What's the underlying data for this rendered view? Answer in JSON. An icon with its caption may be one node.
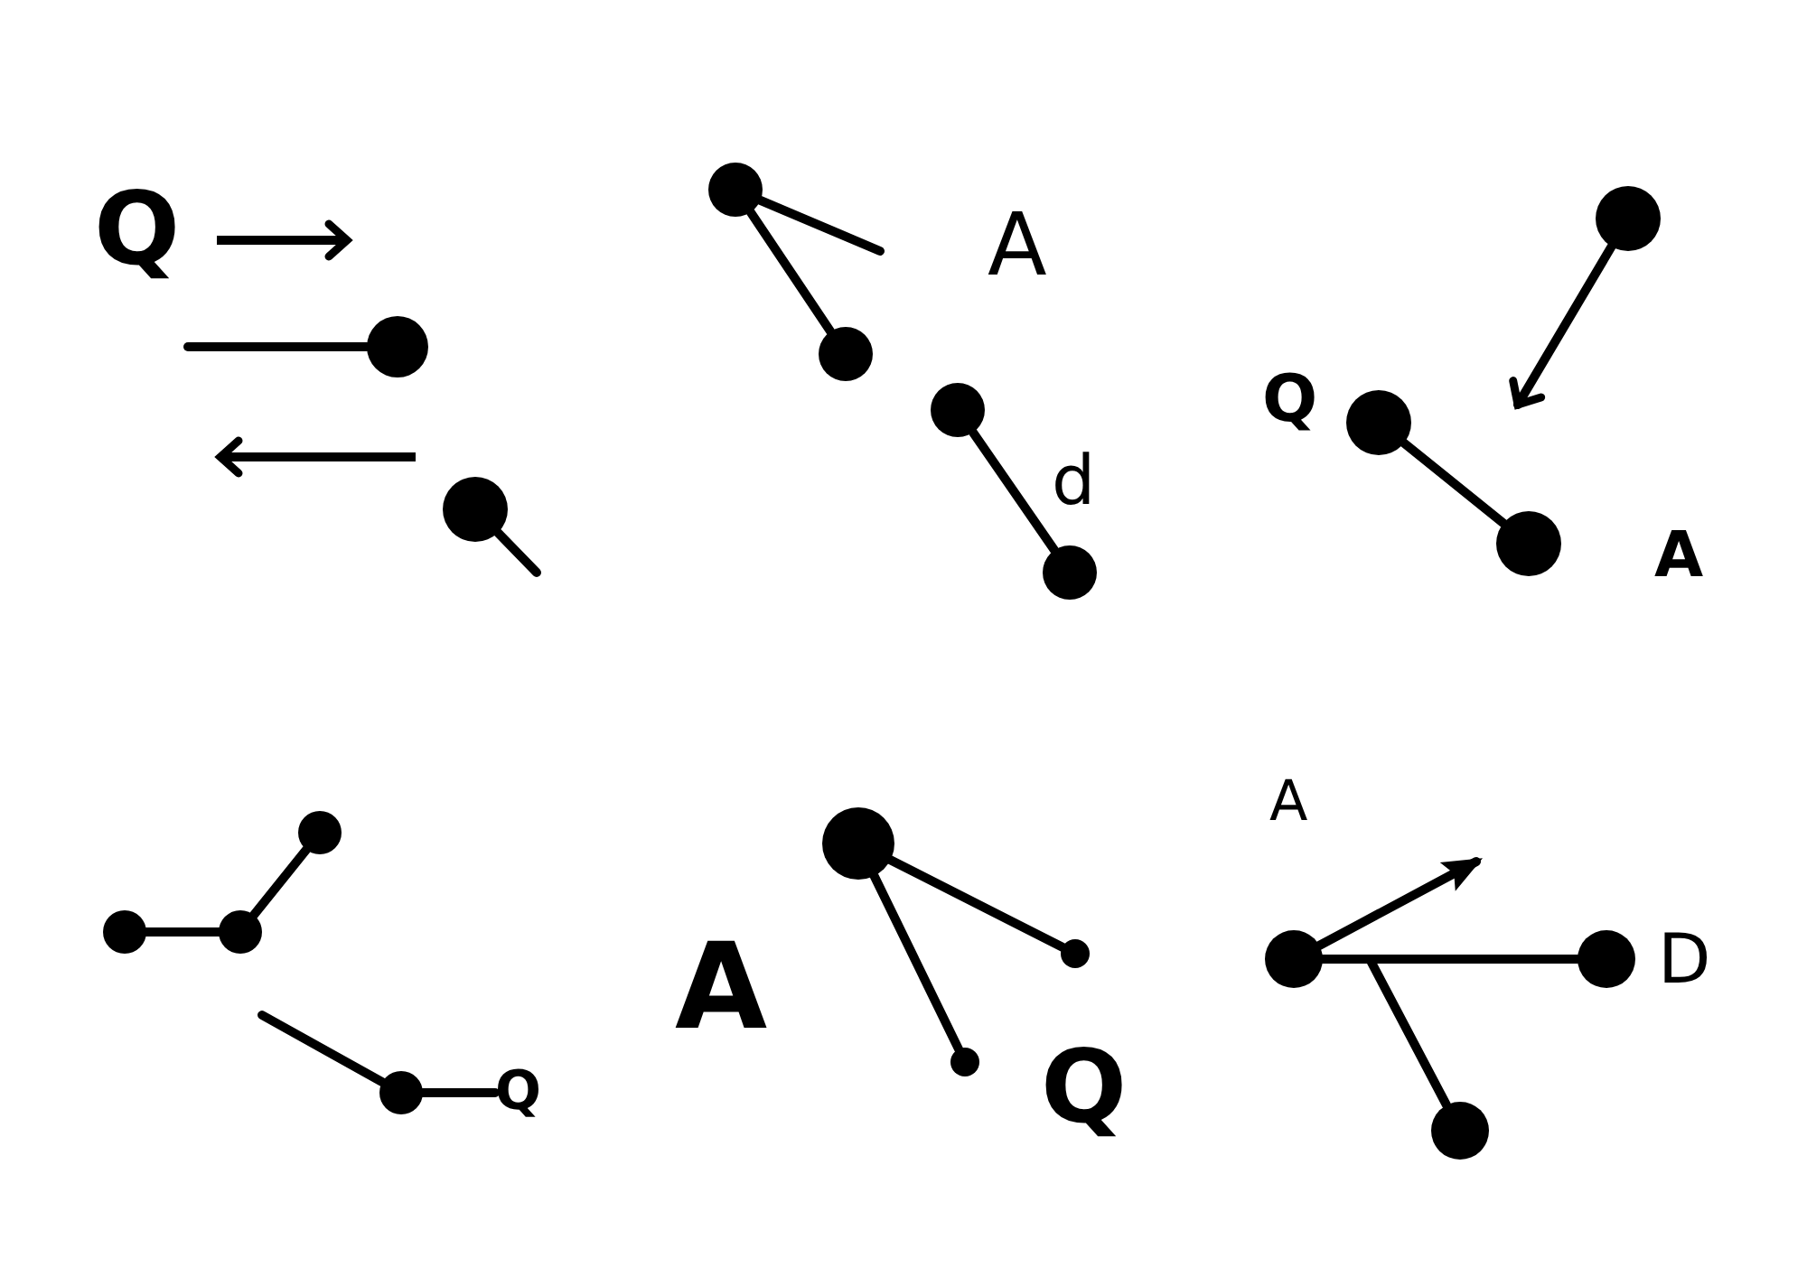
{
  "diagram": {
    "nodes": [
      {
        "text": [],
        "shape": "circle"
      },
      {
        "text": [],
        "shape": "circle"
      },
      {
        "text": [],
        "shape": "circle"
      },
      {
        "text": [],
        "shape": "circle"
      },
      {
        "text": [],
        "shape": "circle"
      },
      {
        "text": [],
        "shape": "circle"
      },
      {
        "text": [],
        "shape": "circle"
      },
      {
        "text": [],
        "shape": "circle"
      },
      {
        "text": [],
        "shape": "circle"
      },
      {
        "text": [],
        "shape": "circle"
      },
      {
        "text": [],
        "shape": "circle"
      },
      {
        "text": [],
        "shape": "circle"
      },
      {
        "text": [],
        "shape": "circle"
      },
      {
        "text": [
          "Q"
        ]
      },
      {
        "text": [],
        "shape": "circle"
      },
      {
        "text": [],
        "shape": "circle"
      },
      {
        "text": [],
        "shape": "circle"
      },
      {
        "text": [],
        "shape": "circle"
      },
      {
        "text": [],
        "shape": "circle"
      },
      {
        "text": [],
        "shape": "circle"
      }
    ],
    "edges": [
      {
        "from": null,
        "to": 0,
        "arrow": "none"
      },
      {
        "from": 1,
        "to": null,
        "arrow": "none"
      },
      {
        "from": 2,
        "to": null,
        "arrow": "none"
      },
      {
        "from": 2,
        "to": 3,
        "arrow": "none"
      },
      {
        "from": 4,
        "to": 5,
        "arrow": "none"
      },
      {
        "from": 6,
        "to": null,
        "arrow": "to"
      },
      {
        "from": 7,
        "to": 8,
        "arrow": "none"
      },
      {
        "from": 10,
        "to": 11,
        "arrow": "none"
      },
      {
        "from": 11,
        "to": 9,
        "arrow": "none"
      },
      {
        "from": null,
        "to": 12,
        "arrow": "none"
      },
      {
        "from": 12,
        "to": 13,
        "arrow": "none"
      },
      {
        "from": 14,
        "to": 15,
        "arrow": "none"
      },
      {
        "from": 14,
        "to": 16,
        "arrow": "none"
      },
      {
        "from": 17,
        "to": null,
        "arrow": "to"
      },
      {
        "from": 17,
        "to": 18,
        "arrow": "none"
      },
      {
        "from": 17,
        "to": 19,
        "arrow": "none"
      }
    ],
    "labels": [
      "Q",
      "A",
      "Q",
      "d",
      "A",
      "A",
      "D",
      "A",
      "Q"
    ]
  }
}
